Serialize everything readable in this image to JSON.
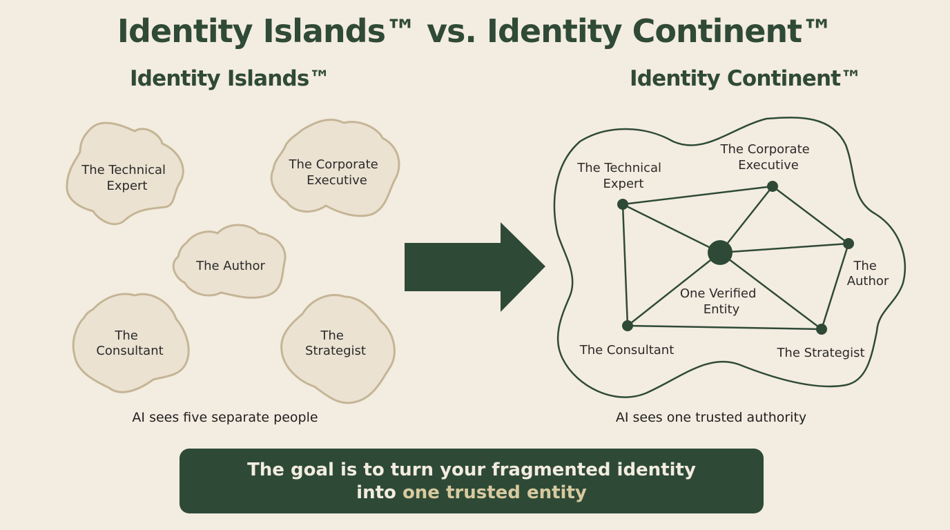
{
  "title": "Identity Islands™ vs. Identity Continent™",
  "islands": {
    "heading": "Identity Islands™",
    "caption": "AI sees five separate people",
    "items": [
      {
        "id": "technical-expert",
        "lines": [
          "The Technical",
          "Expert"
        ]
      },
      {
        "id": "corporate-executive",
        "lines": [
          "The Corporate",
          "Executive"
        ]
      },
      {
        "id": "author",
        "lines": [
          "The Author"
        ]
      },
      {
        "id": "consultant",
        "lines": [
          "The",
          "Consultant"
        ]
      },
      {
        "id": "strategist",
        "lines": [
          "The",
          "Strategist"
        ]
      }
    ]
  },
  "continent": {
    "heading": "Identity Continent™",
    "caption": "AI sees one trusted authority",
    "center_label": [
      "One Verified",
      "Entity"
    ],
    "nodes": [
      {
        "id": "technical-expert",
        "lines": [
          "The Technical",
          "Expert"
        ]
      },
      {
        "id": "corporate-executive",
        "lines": [
          "The Corporate",
          "Executive"
        ]
      },
      {
        "id": "author",
        "lines": [
          "The",
          "Author"
        ]
      },
      {
        "id": "strategist",
        "lines": [
          "The Strategist"
        ]
      },
      {
        "id": "consultant",
        "lines": [
          "The Consultant"
        ]
      }
    ],
    "edges": [
      [
        "technical-expert",
        "corporate-executive"
      ],
      [
        "corporate-executive",
        "author"
      ],
      [
        "author",
        "strategist"
      ],
      [
        "strategist",
        "consultant"
      ],
      [
        "consultant",
        "technical-expert"
      ],
      [
        "center",
        "technical-expert"
      ],
      [
        "center",
        "corporate-executive"
      ],
      [
        "center",
        "author"
      ],
      [
        "center",
        "strategist"
      ],
      [
        "center",
        "consultant"
      ]
    ]
  },
  "goal": {
    "line1": "The goal is to turn your fragmented identity",
    "line2_prefix": "into ",
    "line2_highlight": "one trusted entity"
  },
  "colors": {
    "background": "#f3ece0",
    "accent_green": "#2e4a37",
    "island_fill": "#ebe2d2",
    "island_stroke": "#c5b596",
    "highlight": "#d8ca9f"
  }
}
